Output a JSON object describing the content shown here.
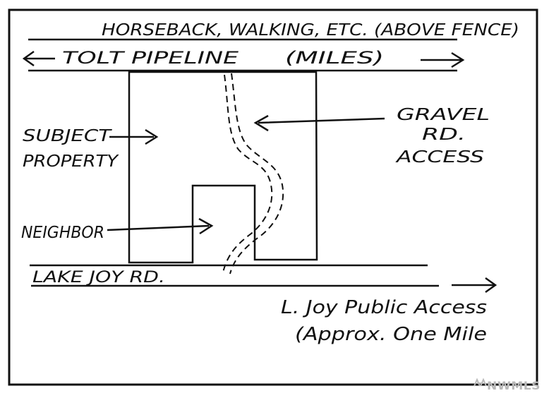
{
  "labels": {
    "horseback": "HORSEBACK, WALKING, ETC. (ABOVE FENCE)",
    "pipeline": "TOLT PIPELINE",
    "miles": "(MILES)",
    "subject_line1": "SUBJECT",
    "subject_line2": "PROPERTY",
    "gravel_line1": "GRAVEL",
    "gravel_line2": "RD.",
    "gravel_line3": "ACCESS",
    "neighbor": "NEIGHBOR",
    "lake_joy_rd": "LAKE JOY RD.",
    "public_access_line1": "L. Joy Public Access",
    "public_access_line2": "(Approx. One Mile"
  },
  "watermark": {
    "text": "NWMLS",
    "icon": "nwmls-logo-icon"
  },
  "colors": {
    "ink": "#111111",
    "paper": "#ffffff",
    "watermark": "#b9b9b9"
  }
}
